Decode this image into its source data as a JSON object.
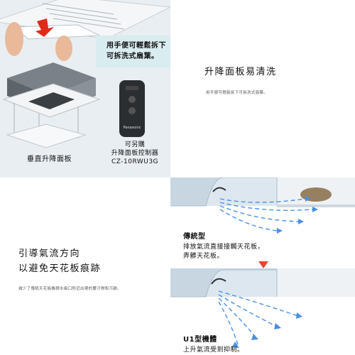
{
  "panel_removal": {
    "caption_line1": "用手便可輕鬆拆下",
    "caption_line2": "可拆洗式扇葉。",
    "vertical_panel_label": "垂直升降面板",
    "controller_caption_line1": "可另購",
    "controller_caption_line2": "升降面板控制器",
    "controller_caption_line3": "CZ-10RWU3G",
    "remote_brand": "Panasonic"
  },
  "easy_clean": {
    "title": "升降面板易清洗",
    "description": "用手便可輕鬆拆下可拆洗式扇葉。"
  },
  "airflow": {
    "title_line1": "引導氣流方向",
    "title_line2": "以避免天花板痕跡",
    "description": "減少了傳統天花板機積水風口附近出現的髒汙物和污跡。"
  },
  "comparison": {
    "traditional_name": "傳統型",
    "traditional_line1": "排放氣流直接接觸天花板，",
    "traditional_line2": "弄髒天花板。",
    "u1_name": "U1型機體",
    "u1_line1": "上升氣流受到抑制。"
  },
  "colors": {
    "accent_red": "#e8452c",
    "flow_blue": "#4a90e2",
    "stain_brown": "#7a5a2e"
  }
}
